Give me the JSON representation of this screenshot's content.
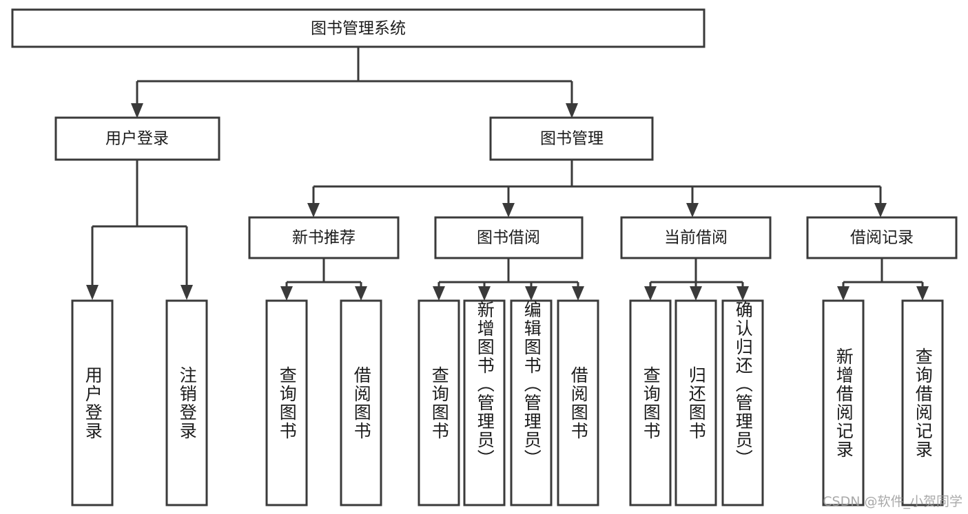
{
  "diagram": {
    "type": "tree",
    "title": "图书管理系统",
    "orientation": "top-down",
    "colors": {
      "box_stroke": "#3a3a3a",
      "box_fill": "#ffffff",
      "connector": "#3a3a3a",
      "text": "#1b1b1b",
      "watermark": "#9b9b9b",
      "background": "#ffffff"
    },
    "root": {
      "label": "图书管理系统"
    },
    "level2": [
      {
        "label": "用户登录"
      },
      {
        "label": "图书管理"
      }
    ],
    "level3": [
      {
        "label": "新书推荐"
      },
      {
        "label": "图书借阅"
      },
      {
        "label": "当前借阅"
      },
      {
        "label": "借阅记录"
      }
    ],
    "leaves": {
      "user_login": [
        {
          "label": "用户登录"
        },
        {
          "label": "注销登录"
        }
      ],
      "new_book_recommend": [
        {
          "label": "查询图书"
        },
        {
          "label": "借阅图书"
        }
      ],
      "book_borrow": [
        {
          "label": "查询图书"
        },
        {
          "label": "新增图书（管理员）"
        },
        {
          "label": "编辑图书（管理员）"
        },
        {
          "label": "借阅图书"
        }
      ],
      "current_borrow": [
        {
          "label": "查询图书"
        },
        {
          "label": "归还图书"
        },
        {
          "label": "确认归还（管理员）"
        }
      ],
      "borrow_record": [
        {
          "label": "新增借阅记录"
        },
        {
          "label": "查询借阅记录"
        }
      ]
    }
  },
  "watermark": {
    "text": "CSDN @软件_小贺同学"
  }
}
